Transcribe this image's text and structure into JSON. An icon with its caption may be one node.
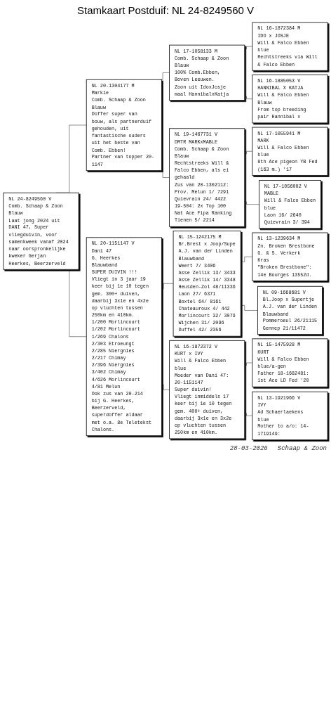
{
  "diagram": {
    "title": "Stamkaart Postduif: NL 24-8249560 V",
    "nodes": [
      {
        "text": [
          "NL 24-8249560 V",
          "Comb. Schaap & Zoon",
          "Blauw",
          "Laat jong 2024 uit DANI 47, Super vliegduivin, voor samenkweek vanaf 2024 naar oorspronkelijke kweker Gerjan Heerkes, Beerzerveld"
        ]
      },
      {
        "text": [
          "NL 20-1304177 M",
          "Markie",
          "Comb. Schaap & Zoon",
          "Blauw",
          "Doffer super van bouw, als partnerduif gehouden, uit fantastische ouders uit het beste van Comb. Ebben!",
          "Partner van topper 20-1147"
        ]
      },
      {
        "text": [
          "NL 17-1058133 M",
          "Comb. Schaap & Zoon",
          "Blauw",
          "100% Comb.Ebben, Boven Leeuwen.",
          "Zoon uit IdoxJosje maal HannibalxKatja"
        ]
      },
      {
        "text": [
          "NL 16-1872384 M",
          "IDO x JOSJE",
          "Will & Falco Ebben",
          "blue",
          "Rechtstreeks via Will & Falco Ebben"
        ]
      },
      {
        "text": [
          "NL 16-1885053 V",
          "HANNIBAL X KATJA",
          "Will & Falco Ebben",
          "Blauw",
          "From top breeding pair Hannibal x"
        ]
      },
      {
        "text": [
          "NL 19-1467731 V",
          "DMTR MARKxMABLE",
          "Comb. Schaap & Zoon",
          "Blauw",
          "Rechtstreeks Will & Falco Ebben, als ei gehaald",
          "Zus van 20-1302112:",
          "Prov. Melun 1/ 7291",
          "Quievrain 24/ 4422",
          "19-504: 2x Top 100 Nat Ace Fipa Ranking",
          "Tienen 5/ 2214"
        ]
      },
      {
        "text": [
          "NL 17-1055941 M",
          "MARK",
          "Will & Falco Ebben",
          "blue",
          "8th Ace pigeon YB Fed (163 m.) '17"
        ]
      },
      {
        "text": [
          "NL 17-1056002 V",
          "MABLE",
          "Will & Falco Ebben",
          "blue",
          "Laon 16/ 2640",
          "Quievrain 3/ 394"
        ]
      },
      {
        "text": [
          "NL 20-1151147 V",
          "Dani 47",
          "G. Heerkes",
          "Blauwband",
          "SUPER DUIVIN !!!",
          "Vliegt in 3 jaar 19 keer bij 1e 10 tegen gem. 300+ duiven, daarbij 3x1e en 4x2e op vluchten tussen 250km en 410km.",
          "1/200 Morlincourt",
          "1/202 Morlincourt",
          "1/269 Chalons",
          "2/303 Etroeungt",
          "2/285 Niergnies",
          "2/217 Chimay",
          "2/396 Niergnies",
          "3/402 Chimay",
          "4/626 Morlincourt",
          "4/81 Melun",
          "Ook zus van 20-214 bij G. Heerkes, Beerzerveld, superdoffer aldaar met o.a. 8e Teletekst Chalons."
        ]
      },
      {
        "text": [
          "NL 15-1242175 M",
          "Br.Brest x Joop/Supe",
          "A.J. van der Linden",
          "Blauwband",
          "Weert 7/ 3406",
          "Asse Zellik 13/ 3433",
          "Asse Zellik 14/ 3348",
          "Heusden-Zol 48/11336",
          "Laon 27/ 6371",
          "Boxtel 64/ 8161",
          "Chateauroux 4/ 442",
          "Morlincourt 32/ 3079",
          "Wijchen 31/ 2096",
          "Duffel 42/ 2356"
        ]
      },
      {
        "text": [
          "NL 13-1239634 M",
          "Zn. Broken Brestbone",
          "G. & S. Verkerk",
          "Kras",
          "\"Broken Brestbone\": 14e Bourges 13552d."
        ]
      },
      {
        "text": [
          "NL 09-1668681 V",
          "Bl.Joop x Supertje",
          "A.J. van der Linden",
          "Blauwband",
          "Pommeroeul 26/21115",
          "Gennep 21/11472"
        ]
      },
      {
        "text": [
          "NL 16-1872372 V",
          "KURT x IVY",
          "Will & Falco Ebben",
          "blue",
          "Moeder van Dani 47: 20-1151147",
          "Super duivin!",
          "Vliegt inmiddels 17 keer bij 1e 10 tegen gem. 400+ duiven, daarbij 3x1e en 3x2e op vluchten tussen 250km en 410km."
        ]
      },
      {
        "text": [
          "NL 15-1475928 M",
          "KURT",
          "Will & Falco Ebben",
          "blue/a-gen",
          "Father 18-1682481: 1st Ace LD Fed '20"
        ]
      },
      {
        "text": [
          "NL 13-1921966 V",
          "IVY",
          "Ad Schaerlaekens",
          "blue",
          "Mother to a/o: 14-1719149:"
        ]
      }
    ],
    "edges": [
      {
        "from": 0,
        "to": 1,
        "arrow": "none"
      },
      {
        "from": 0,
        "to": 8,
        "arrow": "none"
      },
      {
        "from": 1,
        "to": 2,
        "arrow": "none"
      },
      {
        "from": 1,
        "to": 5,
        "arrow": "none"
      },
      {
        "from": 2,
        "to": 3,
        "arrow": "none"
      },
      {
        "from": 2,
        "to": 4,
        "arrow": "none"
      },
      {
        "from": 5,
        "to": 6,
        "arrow": "none"
      },
      {
        "from": 5,
        "to": 7,
        "arrow": "none"
      },
      {
        "from": 8,
        "to": 9,
        "arrow": "none"
      },
      {
        "from": 8,
        "to": 12,
        "arrow": "none"
      },
      {
        "from": 9,
        "to": 10,
        "arrow": "none"
      },
      {
        "from": 9,
        "to": 11,
        "arrow": "none"
      },
      {
        "from": 12,
        "to": 13,
        "arrow": "none"
      },
      {
        "from": 12,
        "to": 14,
        "arrow": "none"
      }
    ],
    "labels": [
      "28-03-2026",
      "Schaap & Zoon"
    ]
  }
}
